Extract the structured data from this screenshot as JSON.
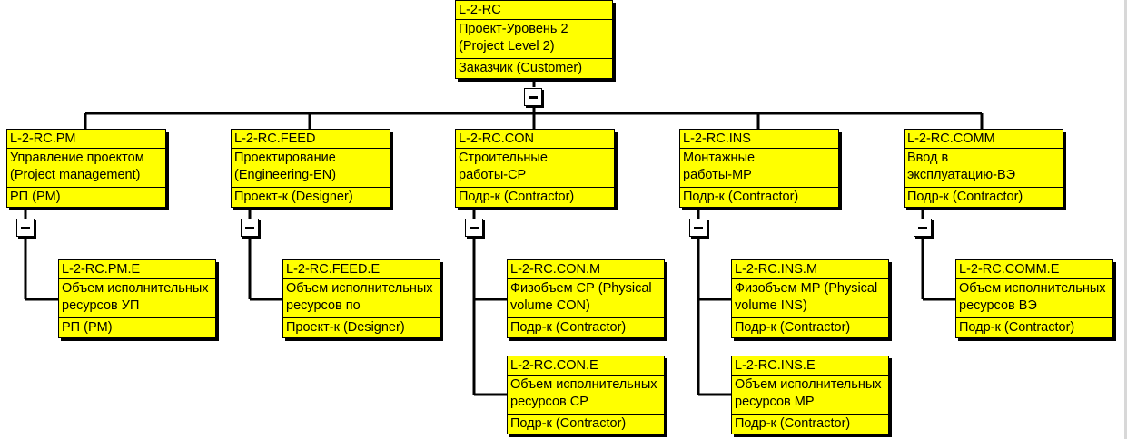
{
  "root": {
    "code": "L-2-RC",
    "title": "Проект-Уровень 2\n(Project Level 2)",
    "owner": "Заказчик (Customer)"
  },
  "branches": [
    {
      "code": "L-2-RC.PM",
      "title": "Управление проектом\n(Project management)",
      "owner": "РП (PM)",
      "children": [
        {
          "code": "L-2-RC.PM.E",
          "title": "Объем исполнительных\nресурсов УП",
          "owner": "РП (PM)"
        }
      ]
    },
    {
      "code": "L-2-RC.FEED",
      "title": "Проектирование\n(Engineering-EN)",
      "owner": "Проект-к (Designer)",
      "children": [
        {
          "code": "L-2-RC.FEED.E",
          "title": "Объем исполнительных\nресурсов по",
          "owner": "Проект-к (Designer)"
        }
      ]
    },
    {
      "code": "L-2-RC.CON",
      "title": "Строительные\nработы-СР",
      "owner": "Подр-к (Contractor)",
      "children": [
        {
          "code": "L-2-RC.CON.M",
          "title": "Физобъем СР (Physical\nvolume CON)",
          "owner": "Подр-к (Contractor)"
        },
        {
          "code": "L-2-RC.CON.E",
          "title": "Объем исполнительных\nресурсов СР",
          "owner": "Подр-к (Contractor)"
        }
      ]
    },
    {
      "code": "L-2-RC.INS",
      "title": "Монтажные\nработы-МР",
      "owner": "Подр-к (Contractor)",
      "children": [
        {
          "code": "L-2-RC.INS.M",
          "title": "Физобъем МР (Physical\nvolume INS)",
          "owner": "Подр-к (Contractor)"
        },
        {
          "code": "L-2-RC.INS.E",
          "title": "Объем исполнительных\nресурсов МР",
          "owner": "Подр-к (Contractor)"
        }
      ]
    },
    {
      "code": "L-2-RC.COMM",
      "title": "Ввод в\nэксплуатацию-ВЭ",
      "owner": "Подр-к (Contractor)",
      "children": [
        {
          "code": "L-2-RC.COMM.E",
          "title": "Объем исполнительных\nресурсов ВЭ",
          "owner": "Подр-к (Contractor)"
        }
      ]
    }
  ],
  "colors": {
    "node_fill": "#ffff00",
    "line": "#000000",
    "toggle_fill": "#ffffff"
  }
}
